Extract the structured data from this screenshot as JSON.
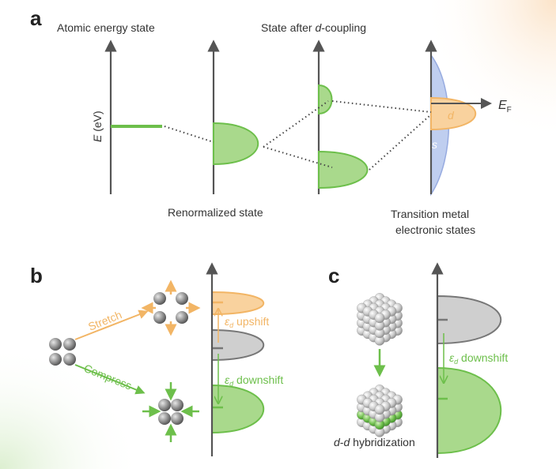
{
  "panel_a": {
    "letter": "a",
    "title_left": "Atomic energy state",
    "title_mid_pre": "State after ",
    "title_mid_italic": "d",
    "title_mid_post": "-coupling",
    "axis_label_italic": "E",
    "axis_label_rest": " (eV)",
    "bottom_mid": "Renormalized state",
    "bottom_right_line1": "Transition metal",
    "bottom_right_line2": "electronic states",
    "fermi_main": "E",
    "fermi_sub": "F",
    "d_band": "d",
    "s_band": "s"
  },
  "panel_b": {
    "letter": "b",
    "stretch": "Stretch",
    "compress": "Compress",
    "eps_symbol": "ε",
    "eps_sub": "d",
    "upshift": " upshift",
    "downshift": " downshift"
  },
  "panel_c": {
    "letter": "c",
    "eps_symbol": "ε",
    "eps_sub": "d",
    "downshift": " downshift",
    "hyb_italic1": "d",
    "hyb_dash": "-",
    "hyb_italic2": "d",
    "hyb_rest": " hybridization"
  },
  "colors": {
    "green": "#6dbf4b",
    "green_fill": "#a9d98c",
    "orange": "#f2b565",
    "orange_fill": "#f9d29e",
    "gray_fill": "#cfcfcf",
    "blue_fill": "#b9c9ee",
    "axis": "#555555"
  }
}
